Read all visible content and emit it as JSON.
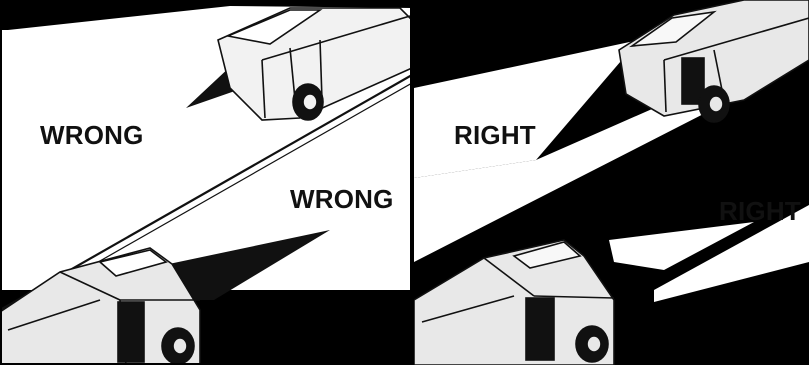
{
  "panels": {
    "left": {
      "label_1": "WRONG",
      "label_2": "WRONG"
    },
    "right": {
      "label_1": "RIGHT",
      "label_2": "RIGHT"
    }
  },
  "colors": {
    "background": "#000000",
    "paper": "#ffffff",
    "truck_body": "#e6e6e6",
    "ink": "#111111"
  }
}
